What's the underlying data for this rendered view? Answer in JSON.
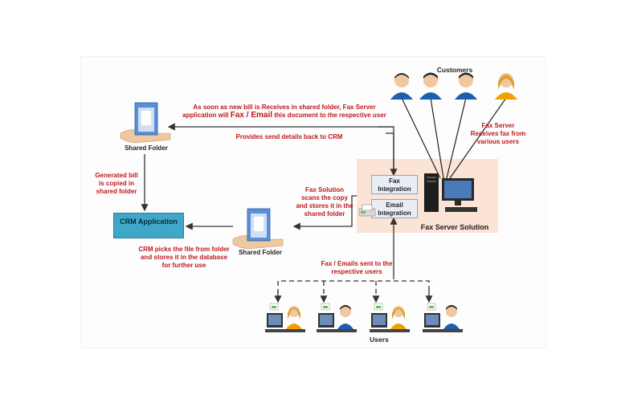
{
  "labels": {
    "customers": "Customers",
    "fax_server_receives": "Fax Server Receives fax from various users",
    "top_message_line1": "As soon as new bill is Receives in shared folder, Fax Server",
    "top_message_line2_pre": "application will",
    "top_message_fax_email": "Fax / Email",
    "top_message_line2_post": "this document to the respective user",
    "send_details_back": "Provides send details back to CRM",
    "shared_folder_top": "Shared Folder",
    "shared_folder_mid": "Shared Folder",
    "generated_bill": "Generated bill is copied in shared folder",
    "crm_application": "CRM Application",
    "fax_solution_scans": "Fax Solution scans the copy and stores it in the shared folder",
    "fax_integration": "Fax Integration",
    "email_integration": "Email Integration",
    "fax_server_solution": "Fax Server Solution",
    "crm_picks_file": "CRM picks the file from folder and stores it in the database for further use",
    "fax_emails_sent": "Fax / Emails sent to the respective users",
    "users": "Users"
  },
  "colors": {
    "annotation_red": "#c0171c",
    "crm_box": "#3fa8c8",
    "fax_panel": "#fbe3d6"
  },
  "icons": [
    "folder-hand-icon",
    "customer-avatar-icon",
    "server-computer-icon",
    "user-at-desk-icon"
  ]
}
